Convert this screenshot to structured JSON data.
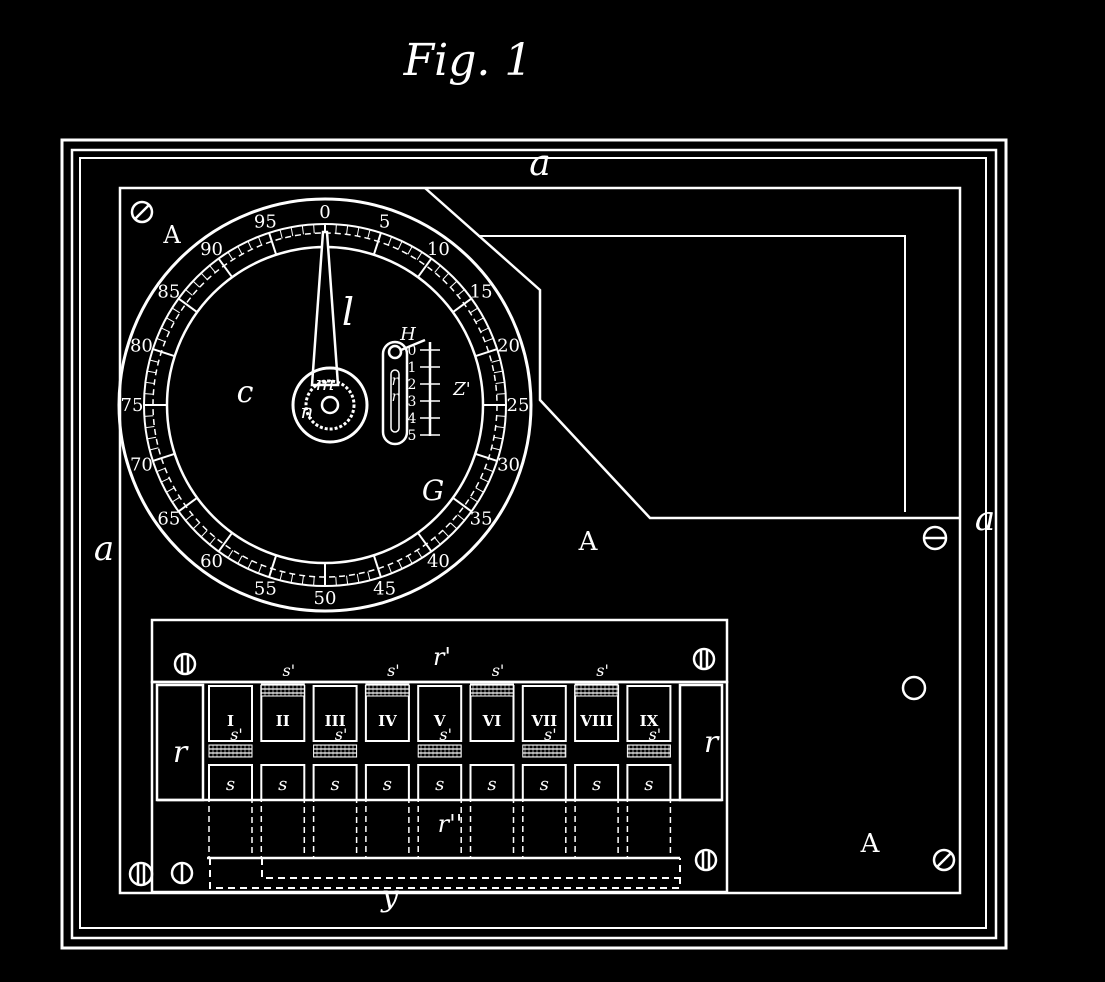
{
  "figure": {
    "title": "Fig. 1",
    "colors": {
      "background": "#000000",
      "ink": "#ffffff"
    }
  },
  "labels": {
    "a_top": "a",
    "a_left": "a",
    "a_right": "a",
    "A_top_left": "A",
    "A_middle": "A",
    "A_bottom_right": "A",
    "c_dial": "c",
    "G_dial": "G",
    "l_pointer": "l",
    "m_hub": "m",
    "n_hub": "n",
    "H_gauge": "H",
    "Z_gauge": "Z'",
    "r_left": "r",
    "r_right": "r",
    "r_prime": "r'",
    "r_double_prime": "r''",
    "y_bottom": "y"
  },
  "dial": {
    "numbers": [
      "0",
      "5",
      "10",
      "15",
      "20",
      "25",
      "30",
      "35",
      "40",
      "45",
      "50",
      "55",
      "60",
      "65",
      "70",
      "75",
      "80",
      "85",
      "90",
      "95"
    ]
  },
  "gauge": {
    "numbers": [
      "0",
      "1",
      "2",
      "3",
      "4",
      "5"
    ],
    "arm_labels": [
      "r",
      "r"
    ]
  },
  "keys": {
    "items": [
      {
        "numeral": "I",
        "bottom": "s",
        "upper": "s'"
      },
      {
        "numeral": "II",
        "bottom": "s",
        "upper": "s'"
      },
      {
        "numeral": "III",
        "bottom": "s",
        "upper": "s'"
      },
      {
        "numeral": "IV",
        "bottom": "s",
        "upper": "s'"
      },
      {
        "numeral": "V",
        "bottom": "s",
        "upper": "s'"
      },
      {
        "numeral": "VI",
        "bottom": "s",
        "upper": "s'"
      },
      {
        "numeral": "VII",
        "bottom": "s",
        "upper": "s'"
      },
      {
        "numeral": "VIII",
        "bottom": "s",
        "upper": "s'"
      },
      {
        "numeral": "IX",
        "bottom": "s",
        "upper": "s'"
      }
    ]
  }
}
